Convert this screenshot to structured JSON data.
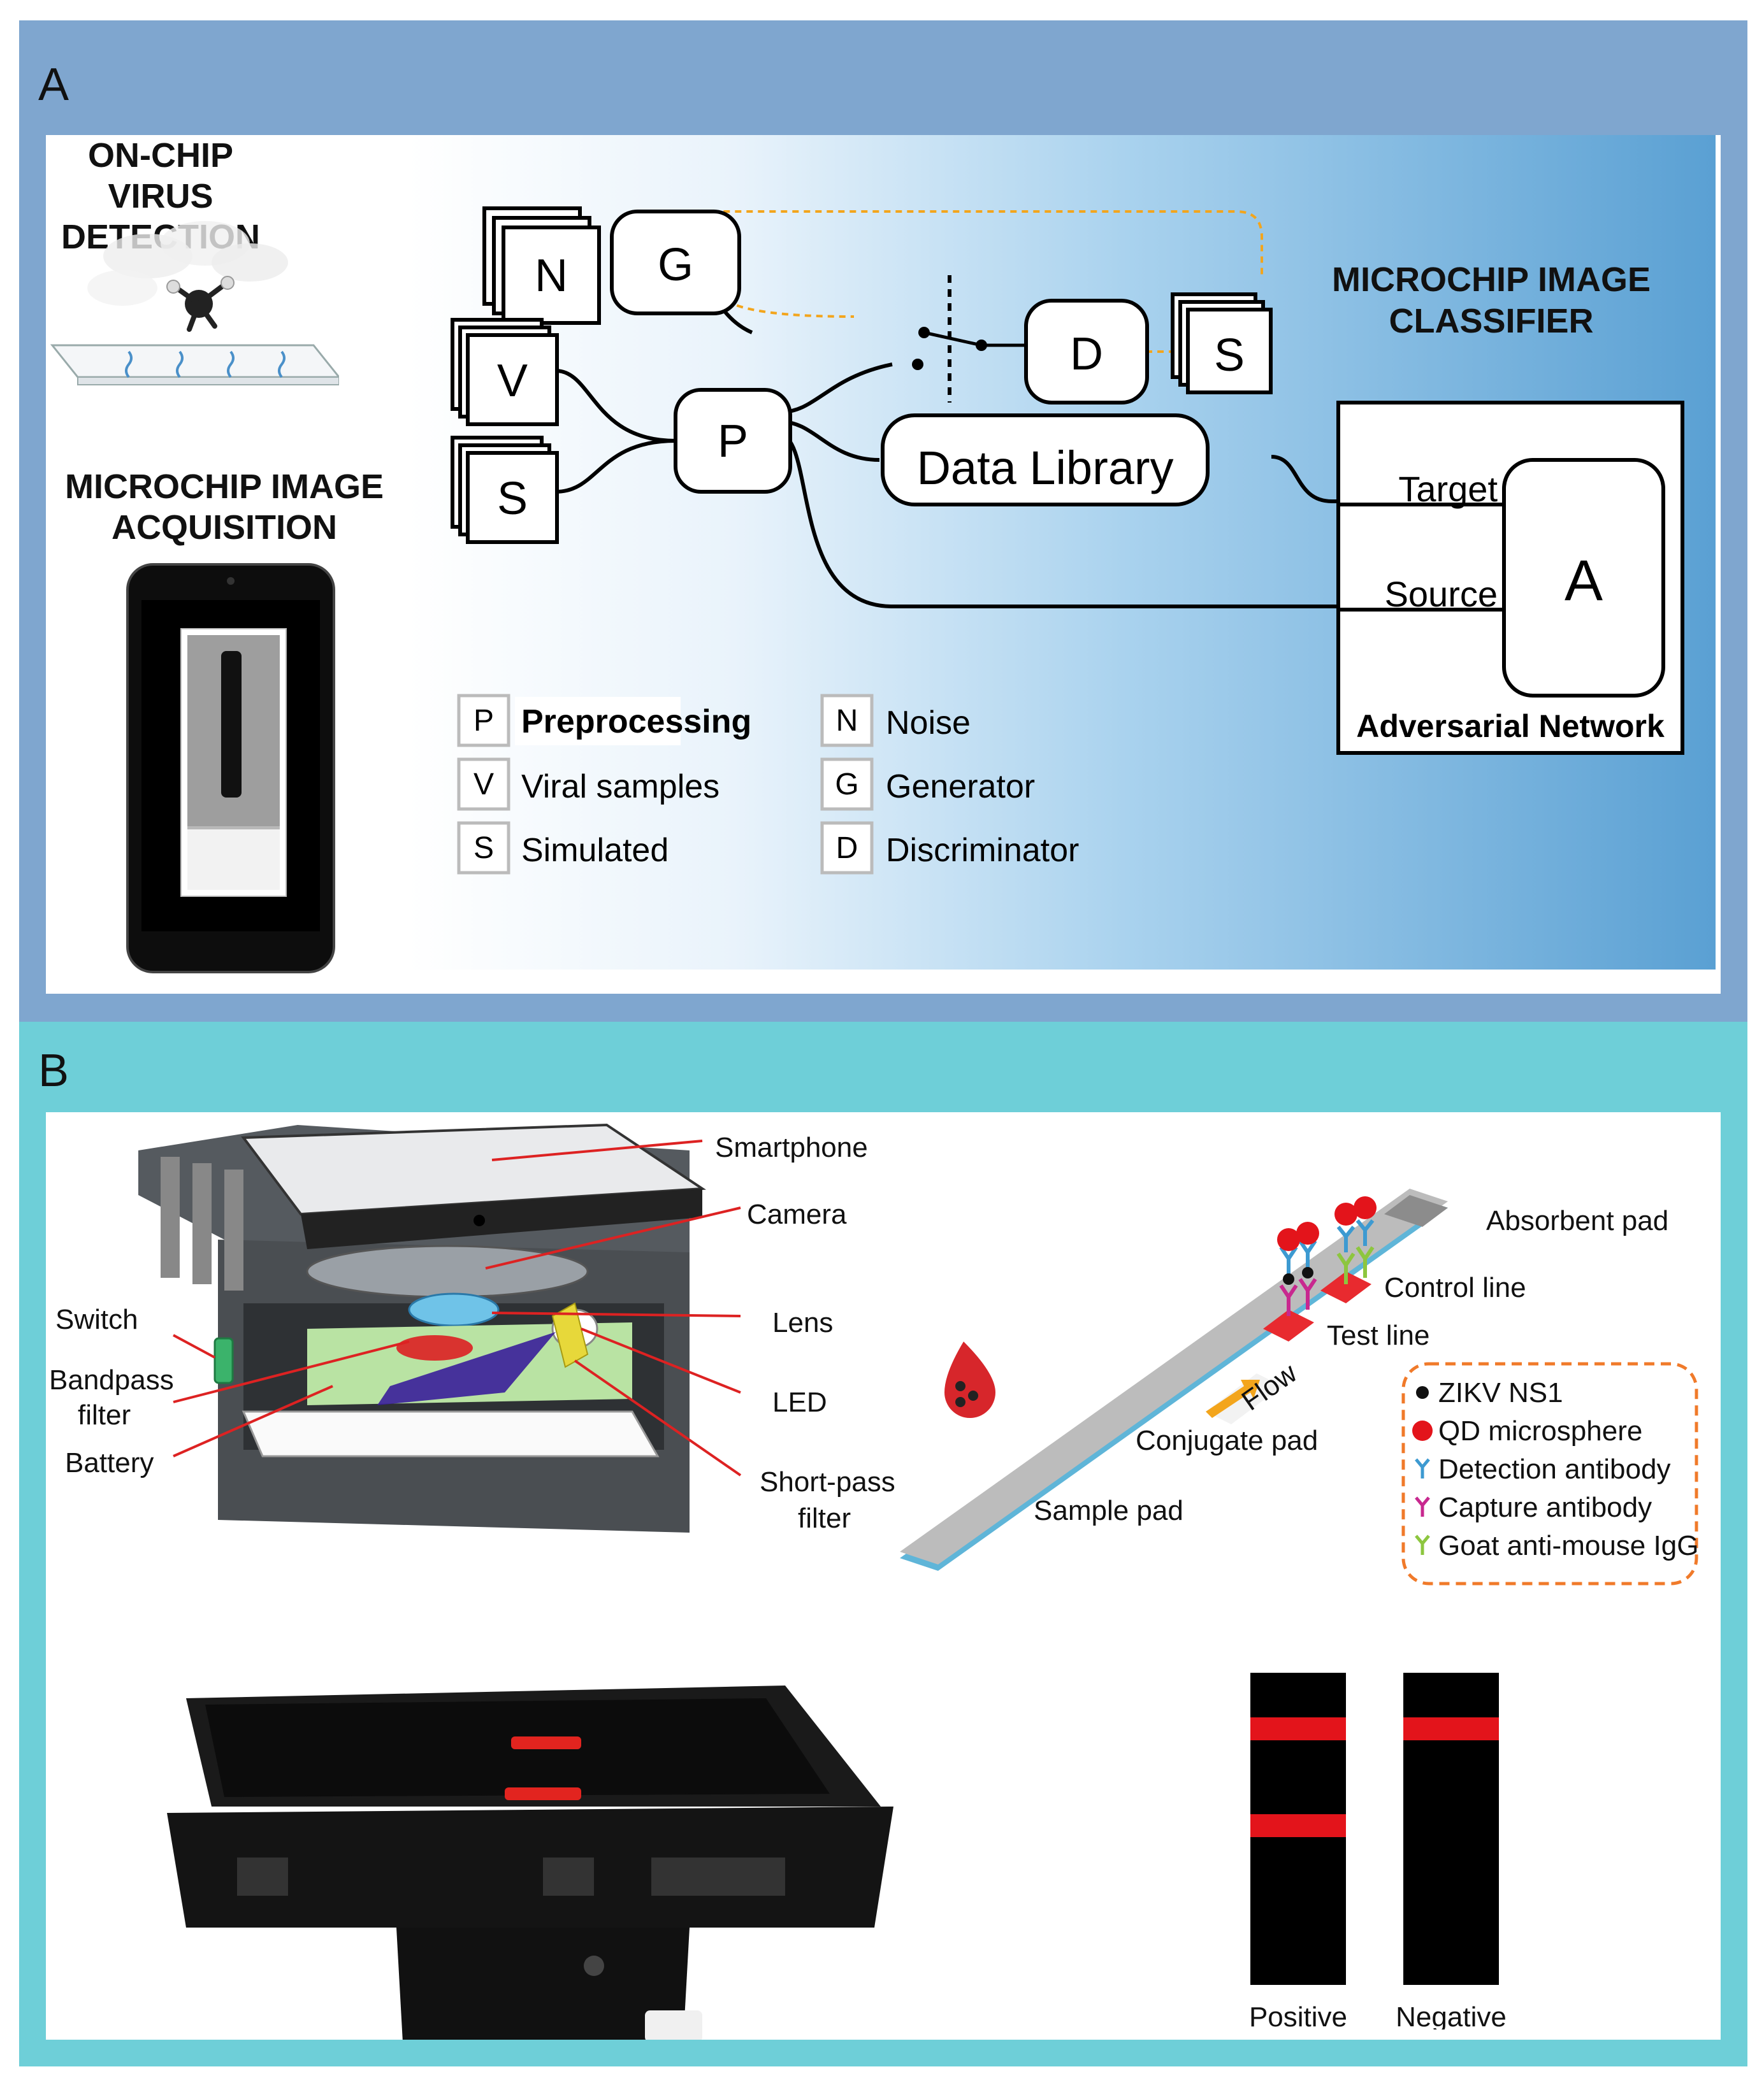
{
  "panel_a": {
    "letter": "A",
    "left_headings": {
      "detection": [
        "ON-CHIP VIRUS",
        "DETECTION"
      ],
      "acquisition": [
        "MICROCHIP IMAGE",
        "ACQUISITION"
      ]
    },
    "classifier_heading": [
      "MICROCHIP IMAGE",
      "CLASSIFIER"
    ],
    "nodes": {
      "noise": "N",
      "generator": "G",
      "discriminator": "D",
      "simulated_top": "S",
      "viral": "V",
      "simulated_bottom": "S",
      "preprocessing": "P",
      "data_library": "Data Library",
      "adversarial": "A"
    },
    "adversarial_box": {
      "target": "Target",
      "source": "Source",
      "caption": "Adversarial Network"
    },
    "legend": [
      {
        "key": "P",
        "label": "Preprocessing"
      },
      {
        "key": "V",
        "label": "Viral samples"
      },
      {
        "key": "S",
        "label": "Simulated"
      },
      {
        "key": "N",
        "label": "Noise"
      },
      {
        "key": "G",
        "label": "Generator"
      },
      {
        "key": "D",
        "label": "Discriminator"
      }
    ]
  },
  "panel_b": {
    "letter": "B",
    "device_labels": {
      "smartphone": "Smartphone",
      "camera": "Camera",
      "switch": "Switch",
      "lens": "Lens",
      "bandpass": [
        "Bandpass",
        "filter"
      ],
      "led": "LED",
      "battery": "Battery",
      "shortpass": [
        "Short-pass",
        "filter"
      ]
    },
    "strip_labels": {
      "absorbent": "Absorbent pad",
      "control": "Control line",
      "test": "Test line",
      "flow": "Flow",
      "conjugate": "Conjugate pad",
      "sample": "Sample pad"
    },
    "legend": [
      {
        "label": "ZIKV NS1",
        "icon": "black-dot-icon"
      },
      {
        "label": "QD microsphere",
        "icon": "red-sphere-icon"
      },
      {
        "label": "Detection antibody",
        "icon": "blue-antibody-icon"
      },
      {
        "label": "Capture antibody",
        "icon": "magenta-antibody-icon"
      },
      {
        "label": "Goat anti-mouse IgG",
        "icon": "green-antibody-icon"
      }
    ],
    "result_labels": {
      "positive": "Positive",
      "negative": "Negative"
    }
  },
  "colors": {
    "panel_a_bg": "#7fa6cf",
    "panel_b_bg": "#6ecfd8",
    "qd_red": "#e3141b",
    "flow_orange": "#f3a51c",
    "dashed_orange": "#f07a2a"
  }
}
